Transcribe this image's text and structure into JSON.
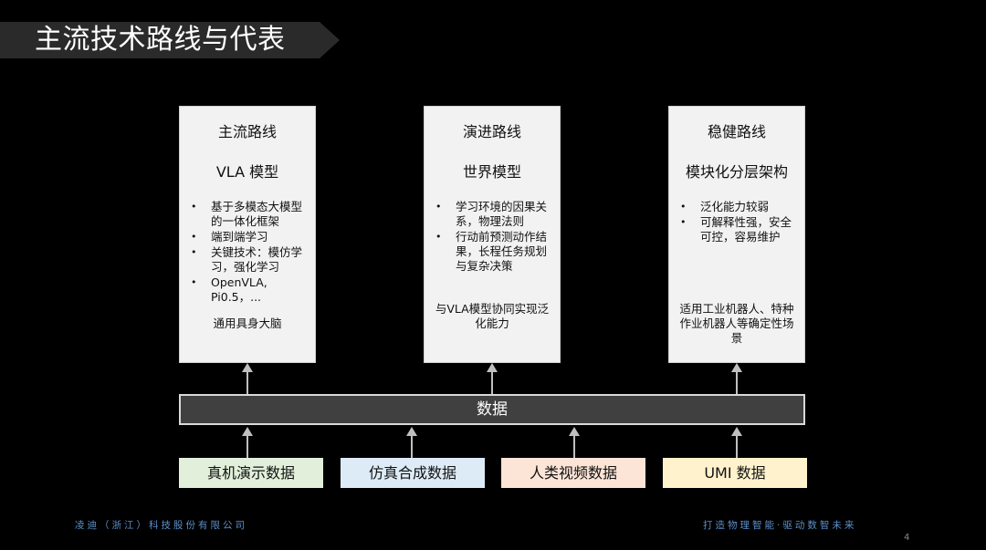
{
  "title": "主流技术路线与代表",
  "routes": [
    {
      "name": "主流路线",
      "model": "VLA 模型",
      "bullets": [
        "基于多模态大模型的一体化框架",
        "端到端学习",
        "关键技术：模仿学习，强化学习",
        "OpenVLA, Pi0.5，..."
      ],
      "note": "通用具身大脑"
    },
    {
      "name": "演进路线",
      "model": "世界模型",
      "bullets": [
        "学习环境的因果关系，物理法则",
        "行动前预测动作结果，长程任务规划与复杂决策"
      ],
      "note": "与VLA模型协同实现泛化能力"
    },
    {
      "name": "稳健路线",
      "model": "模块化分层架构",
      "bullets": [
        "泛化能力较弱",
        "可解释性强，安全可控，容易维护"
      ],
      "note": "适用工业机器人、特种作业机器人等确定性场景"
    }
  ],
  "data_bar": "数据",
  "sources": [
    {
      "label": "真机演示数据",
      "color": "#e2efda"
    },
    {
      "label": "仿真合成数据",
      "color": "#ddebf7"
    },
    {
      "label": "人类视频数据",
      "color": "#fce4d6"
    },
    {
      "label": "UMI 数据",
      "color": "#fff2cc"
    }
  ],
  "footer": {
    "company": "凌迪（浙江）科技股份有限公司",
    "slogan": "打造物理智能·驱动数智未来",
    "page": "4"
  }
}
